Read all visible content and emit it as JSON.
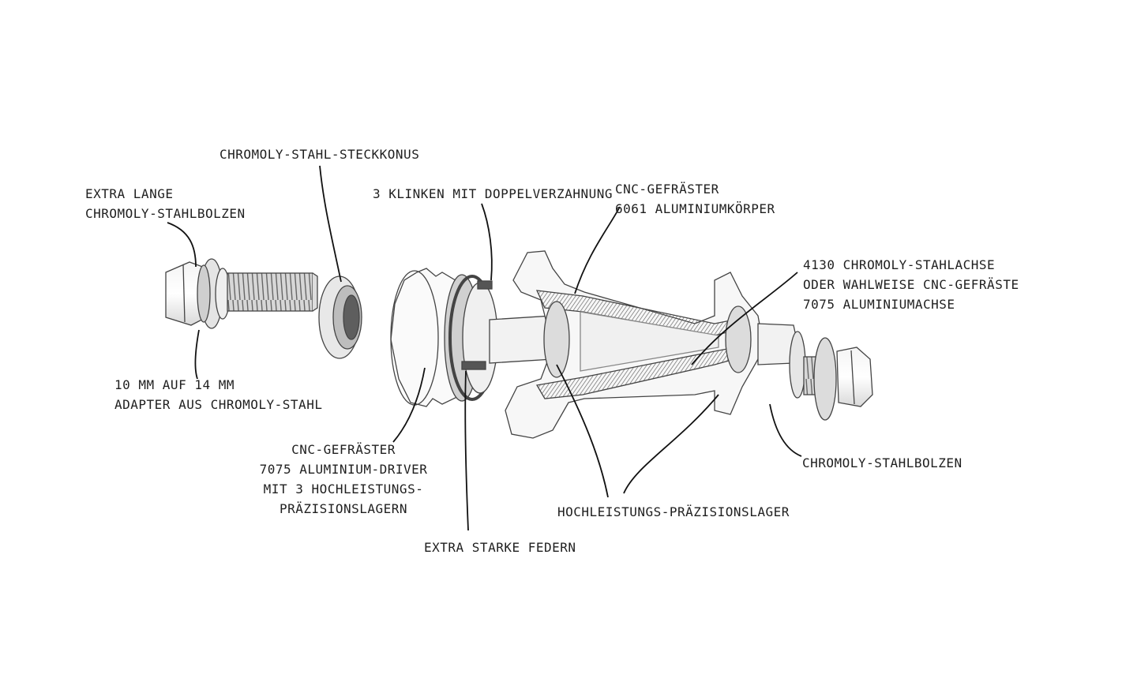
{
  "labels": {
    "bolt_left": [
      "Extra lange",
      "Chromoly-Stahlbolzen"
    ],
    "cone": [
      "Chromoly-Stahl-Steckkonus"
    ],
    "pawls": [
      "3 Klinken mit Doppelverzahnung"
    ],
    "body": [
      "CNC-Gefräster",
      "6061 Aluminiumkörper"
    ],
    "axle": [
      "4130 Chromoly-Stahlachse",
      "oder wahlweise CNC-Gefräste",
      "7075 Aluminiumachse"
    ],
    "adapter": [
      "10 mm auf 14 mm",
      "Adapter aus Chromoly-Stahl"
    ],
    "driver": [
      "CNC-Gefräster",
      "7075 Aluminium-Driver",
      "mit 3 Hochleistungs-",
      "Präzisionslagern"
    ],
    "springs": [
      "Extra starke Federn"
    ],
    "bearings": [
      "Hochleistungs-Präzisionslager"
    ],
    "bolt_right": [
      "Chromoly-Stahlbolzen"
    ]
  }
}
